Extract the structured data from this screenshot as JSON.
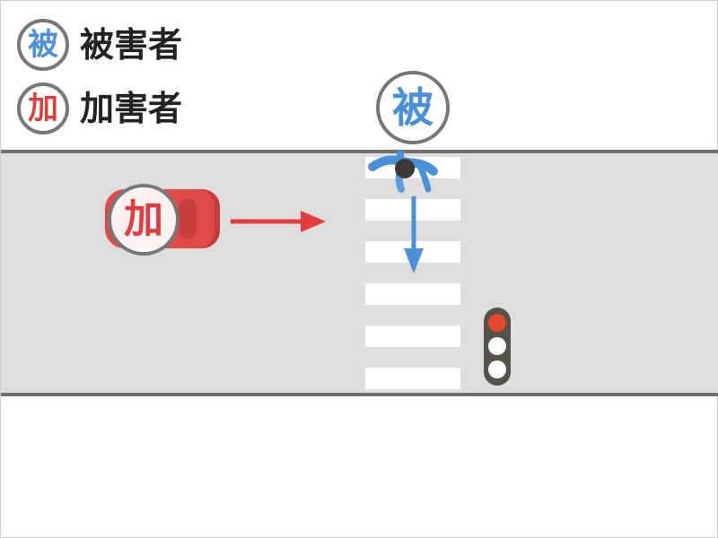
{
  "legend": {
    "victim": {
      "badge": "被",
      "label": "被害者",
      "color": "#4a90d9"
    },
    "assailant": {
      "badge": "加",
      "label": "加害者",
      "color": "#e23c3c"
    }
  },
  "scene": {
    "pedestrian_badge": "被",
    "car_badge": "加",
    "signal_state": "red",
    "road_color": "#dedede",
    "edge_color": "#6f6f6f"
  },
  "icons": {
    "car": "car-icon",
    "pedestrian": "pedestrian-icon",
    "traffic_light": "traffic-light-icon",
    "car_direction": "arrow-right-icon",
    "pedestrian_direction": "arrow-down-icon"
  }
}
